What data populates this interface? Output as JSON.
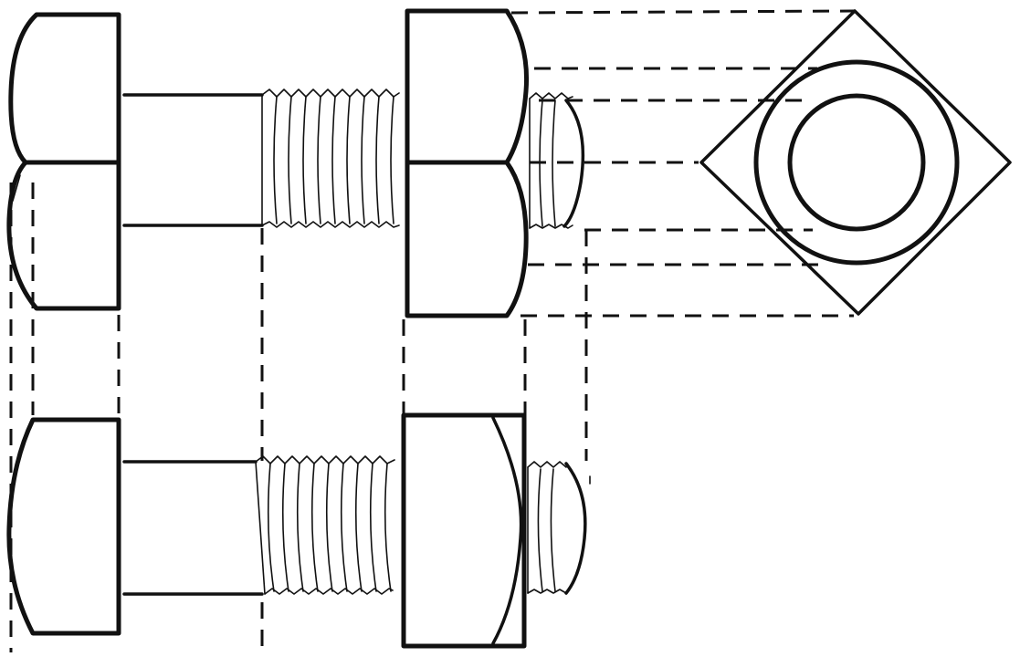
{
  "figure": {
    "views": [
      "front-view",
      "top-view",
      "end-view"
    ],
    "style": "line-drawing",
    "colors": {
      "ink": "#111111",
      "paper": "#ffffff"
    }
  }
}
